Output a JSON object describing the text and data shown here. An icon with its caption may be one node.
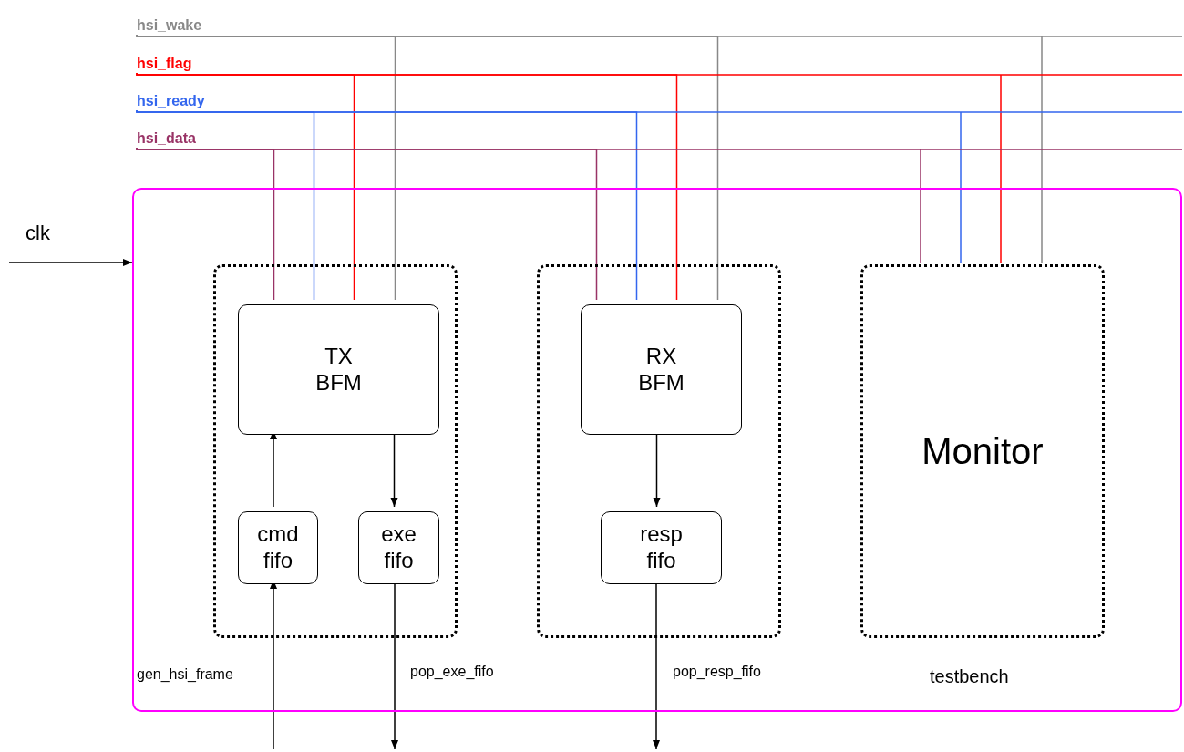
{
  "diagram": {
    "nodes": [
      {
        "text": [
          "testbench"
        ]
      },
      {
        "text": [],
        "shape": "box",
        "in": 0
      },
      {
        "text": [
          "TX BFM"
        ],
        "in": 1
      },
      {
        "text": [
          "cmd fifo"
        ],
        "in": 1
      },
      {
        "text": [
          "exe fifo"
        ],
        "in": 1
      },
      {
        "text": [],
        "shape": "box",
        "in": 0
      },
      {
        "text": [
          "RX BFM"
        ],
        "in": 5
      },
      {
        "text": [
          "resp fifo"
        ],
        "in": 5
      },
      {
        "text": [
          "Monitor"
        ],
        "in": 0
      },
      {
        "text": [
          "hsi_wake"
        ]
      },
      {
        "text": [
          "hsi_flag"
        ]
      },
      {
        "text": [
          "hsi_ready"
        ]
      },
      {
        "text": [
          "hsi_data"
        ]
      }
    ],
    "edges": [
      {
        "from": null,
        "to": 0,
        "arrow": "to",
        "label": "clk"
      },
      {
        "from": 3,
        "to": 2,
        "arrow": "to"
      },
      {
        "from": 2,
        "to": 4,
        "arrow": "to"
      },
      {
        "from": 6,
        "to": 7,
        "arrow": "to"
      },
      {
        "from": null,
        "to": 3,
        "arrow": "to",
        "label": "gen_hsi_frame"
      },
      {
        "from": 4,
        "to": null,
        "arrow": "to",
        "label": "pop_exe_fifo"
      },
      {
        "from": 7,
        "to": null,
        "arrow": "to",
        "label": "pop_resp_fifo"
      },
      {
        "from": 9,
        "to": 2,
        "arrow": "none",
        "color": "#888888"
      },
      {
        "from": 9,
        "to": 6,
        "arrow": "none",
        "color": "#888888"
      },
      {
        "from": 9,
        "to": 8,
        "arrow": "none",
        "color": "#888888"
      },
      {
        "from": 10,
        "to": 2,
        "arrow": "none",
        "color": "#ff0000"
      },
      {
        "from": 10,
        "to": 6,
        "arrow": "none",
        "color": "#ff0000"
      },
      {
        "from": 10,
        "to": 8,
        "arrow": "none",
        "color": "#ff0000"
      },
      {
        "from": 11,
        "to": 2,
        "arrow": "none",
        "color": "#3366ee"
      },
      {
        "from": 11,
        "to": 6,
        "arrow": "none",
        "color": "#3366ee"
      },
      {
        "from": 11,
        "to": 8,
        "arrow": "none",
        "color": "#3366ee"
      },
      {
        "from": 12,
        "to": 2,
        "arrow": "none",
        "color": "#993366"
      },
      {
        "from": 12,
        "to": 6,
        "arrow": "none",
        "color": "#993366"
      },
      {
        "from": 12,
        "to": 8,
        "arrow": "none",
        "color": "#993366"
      }
    ]
  }
}
